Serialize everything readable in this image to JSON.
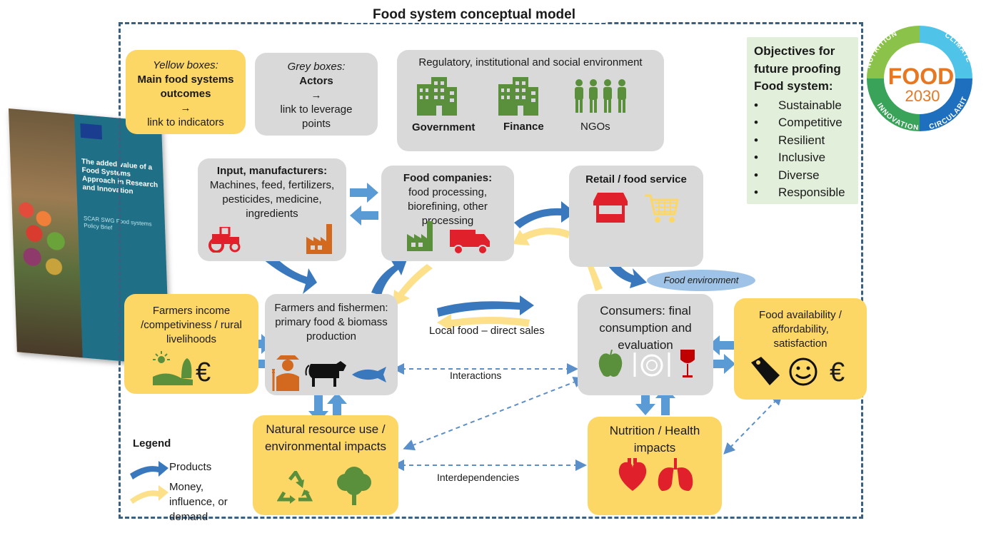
{
  "title": "Food system conceptual model",
  "legend_yellow": {
    "heading": "Yellow boxes:",
    "main": "Main food systems outcomes",
    "arrow": "→",
    "sub": "link to indicators"
  },
  "legend_grey": {
    "heading": "Grey boxes:",
    "main": "Actors",
    "arrow": "→",
    "sub": "link to leverage points"
  },
  "environment": {
    "title": "Regulatory, institutional and social environment",
    "items": [
      "Government",
      "Finance",
      "NGOs"
    ]
  },
  "input": {
    "title": "Input, manufacturers:",
    "body": "Machines, feed, fertilizers, pesticides, medicine, ingredients"
  },
  "food_companies": {
    "title": "Food companies:",
    "body": "food processing, biorefining, other processing"
  },
  "retail": {
    "title": "Retail / food service"
  },
  "food_environment": "Food environment",
  "farmers": {
    "title": "Farmers and fishermen: primary food & biomass production"
  },
  "local_food": "Local food – direct sales",
  "consumers": {
    "title": "Consumers: final consumption and evaluation"
  },
  "farmers_income": "Farmers income /competiviness / rural livelihoods",
  "food_availability": "Food availability / affordability, satisfaction",
  "interactions": "Interactions",
  "interdependencies": "Interdependencies",
  "natural_resource": "Natural resource use / environmental impacts",
  "nutrition": "Nutrition / Health impacts",
  "legend": {
    "heading": "Legend",
    "products": "Products",
    "money": "Money, influence, or demand"
  },
  "objectives": {
    "heading": "Objectives for future proofing Food system:",
    "items": [
      "Sustainable",
      "Competitive",
      "Resilient",
      "Inclusive",
      "Diverse",
      "Responsible"
    ]
  },
  "food2030": {
    "word1": "FOOD",
    "word2": "2030",
    "ring": [
      "NUTRITION",
      "CLIMATE",
      "CIRCULARITY",
      "INNOVATION"
    ]
  },
  "euro": "€",
  "cover": {
    "title": "The added value of a Food Systems Approach in Research and Innovation",
    "subtitle": "SCAR SWG Food systems Policy Brief"
  },
  "colors": {
    "yellow": "#fdd766",
    "grey": "#d9d9d9",
    "blue_arrow": "#3a78bd",
    "yellow_arrow": "#fde08a",
    "dashed": "#3b5f7f",
    "icon_green": "#5a8f3c",
    "icon_red": "#e0202a",
    "icon_orange": "#d2691e",
    "food_env": "#9ec3e6",
    "objectives_bg": "#e2efda"
  }
}
